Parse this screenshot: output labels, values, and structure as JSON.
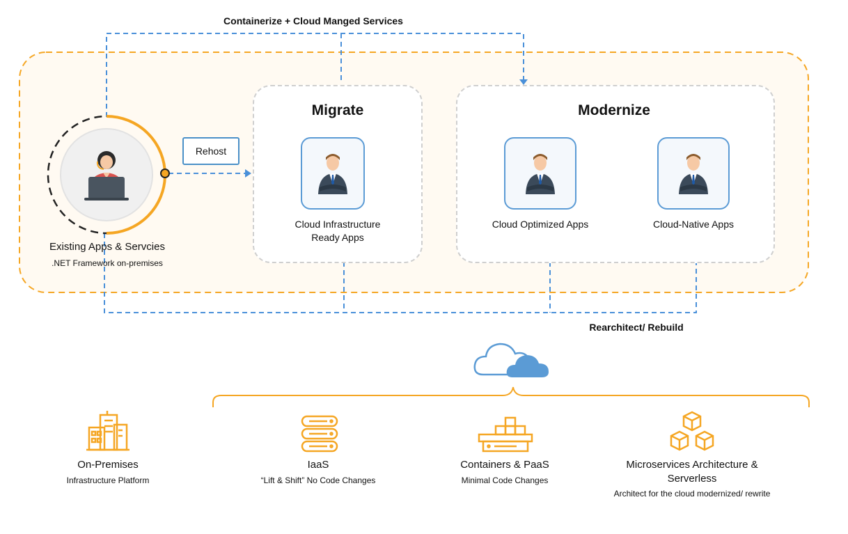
{
  "top_flow_label": "Containerize + Cloud Manged Services",
  "bottom_flow_label": "Rearchitect/ Rebuild",
  "existing": {
    "title": "Existing Apps & Servcies",
    "subtitle": ".NET Framework on-premises"
  },
  "rehost_label": "Rehost",
  "migrate": {
    "heading": "Migrate",
    "app_line1": "Cloud Infrastructure",
    "app_line2": "Ready Apps"
  },
  "modernize": {
    "heading": "Modernize",
    "app1": "Cloud Optimized Apps",
    "app2": "Cloud-Native Apps"
  },
  "platforms": [
    {
      "title": "On-Premises",
      "subtitle": "Infrastructure Platform",
      "icon": "buildings-icon"
    },
    {
      "title": "IaaS",
      "subtitle": "“Lift & Shift” No Code Changes",
      "icon": "server-stack-icon"
    },
    {
      "title": "Containers & PaaS",
      "subtitle": "Minimal Code Changes",
      "icon": "container-icon"
    },
    {
      "title": "Microservices Architecture &",
      "title_line2": "Serverless",
      "subtitle": "Architect for the cloud modernized/ rewrite",
      "icon": "cubes-icon"
    }
  ],
  "colors": {
    "accent_orange": "#f5a623",
    "flow_blue": "#4a90d9",
    "tile_border": "#5b9bd5",
    "container_fill": "#fffaf2"
  }
}
